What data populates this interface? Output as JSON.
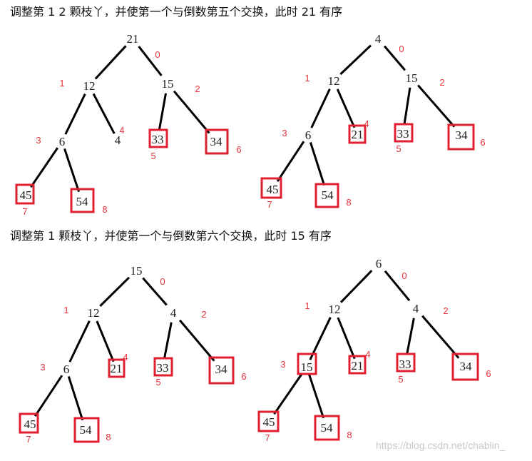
{
  "captions": {
    "first": "调整第 1 2 颗枝丫，并使第一个与倒数第五个交换，此时 21 有序",
    "second": "调整第 1  颗枝丫，并使第一个与倒数第六个交换，此时 15 有序"
  },
  "watermark": "https://blog.csdn.net/chablin_",
  "colors": {
    "index": "#e5323a",
    "box": "#e02030",
    "edge": "#000000"
  },
  "trees": [
    {
      "id": "tree-1-left",
      "values": [
        "21",
        "12",
        "15",
        "6",
        "4",
        "33",
        "34",
        "45",
        "54"
      ],
      "indices": [
        "0",
        "1",
        "2",
        "3",
        "4",
        "5",
        "6",
        "7",
        "8"
      ],
      "boxed": [
        false,
        false,
        false,
        false,
        false,
        true,
        true,
        true,
        true
      ]
    },
    {
      "id": "tree-1-right",
      "values": [
        "4",
        "12",
        "15",
        "6",
        "21",
        "33",
        "34",
        "45",
        "54"
      ],
      "indices": [
        "0",
        "1",
        "2",
        "3",
        "4",
        "5",
        "6",
        "7",
        "8"
      ],
      "boxed": [
        false,
        false,
        false,
        false,
        true,
        true,
        true,
        true,
        true
      ]
    },
    {
      "id": "tree-2-left",
      "values": [
        "15",
        "12",
        "4",
        "6",
        "21",
        "33",
        "34",
        "45",
        "54"
      ],
      "indices": [
        "0",
        "1",
        "2",
        "3",
        "4",
        "5",
        "6",
        "7",
        "8"
      ],
      "boxed": [
        false,
        false,
        false,
        false,
        true,
        true,
        true,
        true,
        true
      ]
    },
    {
      "id": "tree-2-right",
      "values": [
        "6",
        "12",
        "4",
        "15",
        "21",
        "33",
        "34",
        "45",
        "54"
      ],
      "indices": [
        "0",
        "1",
        "2",
        "3",
        "4",
        "5",
        "6",
        "7",
        "8"
      ],
      "boxed": [
        false,
        false,
        false,
        true,
        true,
        true,
        true,
        true,
        true
      ]
    }
  ]
}
